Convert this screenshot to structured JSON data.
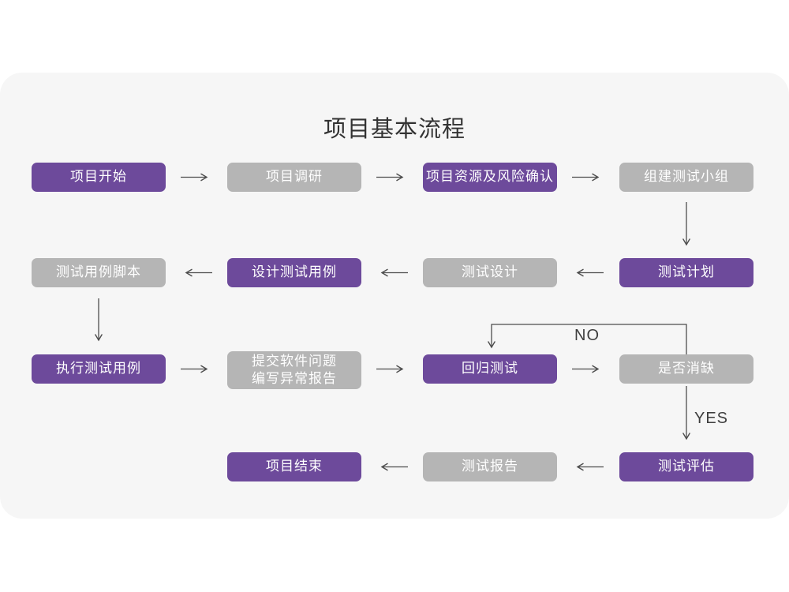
{
  "title": "项目基本流程",
  "colors": {
    "node_purple": "#6D4A9B",
    "node_gray": "#B5B5B5",
    "card_background": "#F6F6F6",
    "page_background": "#FFFFFF",
    "arrow": "#4D4D4D",
    "node_text": "#FFFFFF",
    "title_text": "#333333"
  },
  "edge_labels": {
    "no": "NO",
    "yes": "YES"
  },
  "nodes": [
    {
      "label": "项目开始",
      "variant": "purple"
    },
    {
      "label": "项目调研",
      "variant": "gray"
    },
    {
      "label": "项目资源及风险确认",
      "variant": "purple"
    },
    {
      "label": "组建测试小组",
      "variant": "gray"
    },
    {
      "label": "测试计划",
      "variant": "purple"
    },
    {
      "label": "测试设计",
      "variant": "gray"
    },
    {
      "label": "设计测试用例",
      "variant": "purple"
    },
    {
      "label": "测试用例脚本",
      "variant": "gray"
    },
    {
      "label": "执行测试用例",
      "variant": "purple"
    },
    {
      "label": "提交软件问题\n编写异常报告",
      "variant": "gray"
    },
    {
      "label": "回归测试",
      "variant": "purple"
    },
    {
      "label": "是否消缺",
      "variant": "gray"
    },
    {
      "label": "测试评估",
      "variant": "purple"
    },
    {
      "label": "测试报告",
      "variant": "gray"
    },
    {
      "label": "项目结束",
      "variant": "purple"
    }
  ],
  "edges": [
    {
      "from": "项目开始",
      "to": "项目调研"
    },
    {
      "from": "项目调研",
      "to": "项目资源及风险确认"
    },
    {
      "from": "项目资源及风险确认",
      "to": "组建测试小组"
    },
    {
      "from": "组建测试小组",
      "to": "测试计划"
    },
    {
      "from": "测试计划",
      "to": "测试设计"
    },
    {
      "from": "测试设计",
      "to": "设计测试用例"
    },
    {
      "from": "设计测试用例",
      "to": "测试用例脚本"
    },
    {
      "from": "测试用例脚本",
      "to": "执行测试用例"
    },
    {
      "from": "执行测试用例",
      "to": "提交软件问题 编写异常报告"
    },
    {
      "from": "提交软件问题 编写异常报告",
      "to": "回归测试"
    },
    {
      "from": "回归测试",
      "to": "是否消缺"
    },
    {
      "from": "是否消缺",
      "to": "回归测试",
      "label": "NO"
    },
    {
      "from": "是否消缺",
      "to": "测试评估",
      "label": "YES"
    },
    {
      "from": "测试评估",
      "to": "测试报告"
    },
    {
      "from": "测试报告",
      "to": "项目结束"
    }
  ]
}
